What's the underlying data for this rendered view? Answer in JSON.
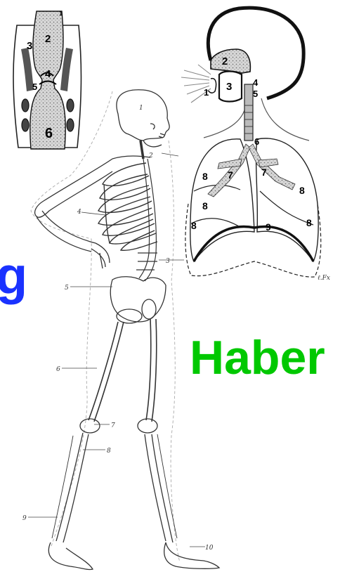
{
  "overlay_text": {
    "haber": "Haber",
    "partial_left": "g"
  },
  "larynx_inset": {
    "labels": [
      "1",
      "2",
      "3",
      "4",
      "5",
      "6"
    ]
  },
  "respiratory_diagram": {
    "labels": [
      "2",
      "4",
      "1",
      "3",
      "5",
      "6",
      "7",
      "7",
      "8",
      "8",
      "8",
      "8",
      "8",
      "9"
    ],
    "signature": "ℓ.Fx"
  },
  "skeleton": {
    "labels": [
      "1",
      "2",
      "3",
      "4",
      "5",
      "6",
      "7",
      "8",
      "9",
      "10"
    ]
  },
  "colors": {
    "haber": "#00c800",
    "partial_left": "#1a32ff",
    "lung_fill": "#c8c8c8"
  }
}
